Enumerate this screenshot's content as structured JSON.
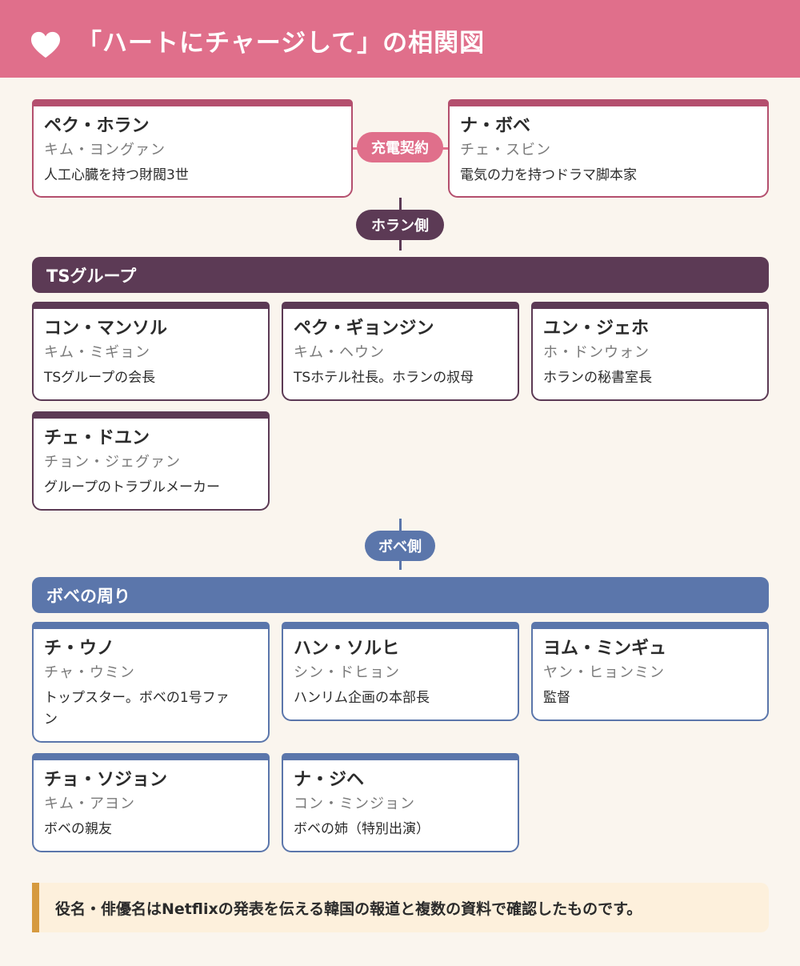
{
  "header": {
    "title": "「ハートにチャージして」の相関図",
    "icon": "heart-icon",
    "background": "#e06f8b"
  },
  "leads": [
    {
      "name": "ペク・ホラン",
      "actor": "キム・ヨングァン",
      "desc": "人工心臓を持つ財閥3世"
    },
    {
      "name": "ナ・ボベ",
      "actor": "チェ・スビン",
      "desc": "電気の力を持つドラマ脚本家"
    }
  ],
  "relation": {
    "label": "充電契約"
  },
  "horan_side": {
    "label": "ホラン側",
    "group": "TSグループ",
    "members": [
      {
        "name": "コン・マンソル",
        "actor": "キム・ミギョン",
        "desc": "TSグループの会長"
      },
      {
        "name": "ペク・ギョンジン",
        "actor": "キム・ヘウン",
        "desc": "TSホテル社長。ホランの叔母"
      },
      {
        "name": "ユン・ジェホ",
        "actor": "ホ・ドンウォン",
        "desc": "ホランの秘書室長"
      },
      {
        "name": "チェ・ドユン",
        "actor": "チョン・ジェグァン",
        "desc": "グループのトラブルメーカー"
      }
    ]
  },
  "bobe_side": {
    "label": "ボベ側",
    "group": "ボベの周り",
    "members": [
      {
        "name": "チ・ウノ",
        "actor": "チャ・ウミン",
        "desc": "トップスター。ボベの1号ファン"
      },
      {
        "name": "ハン・ソルヒ",
        "actor": "シン・ドヒョン",
        "desc": "ハンリム企画の本部長"
      },
      {
        "name": "ヨム・ミンギュ",
        "actor": "ヤン・ヒョンミン",
        "desc": "監督"
      },
      {
        "name": "チョ・ソジョン",
        "actor": "キム・アヨン",
        "desc": "ボベの親友"
      },
      {
        "name": "ナ・ジヘ",
        "actor": "コン・ミンジョン",
        "desc": "ボベの姉（特別出演）"
      }
    ]
  },
  "note": "役名・俳優名はNetflixの発表を伝える韓国の報道と複数の資料で確認したものです。",
  "colors": {
    "pink": "#e06f8b",
    "pink_border": "#b44f6e",
    "plum": "#5c3a55",
    "blue": "#5b76ab",
    "note_accent": "#d69a3f",
    "background": "#faf5ee"
  }
}
